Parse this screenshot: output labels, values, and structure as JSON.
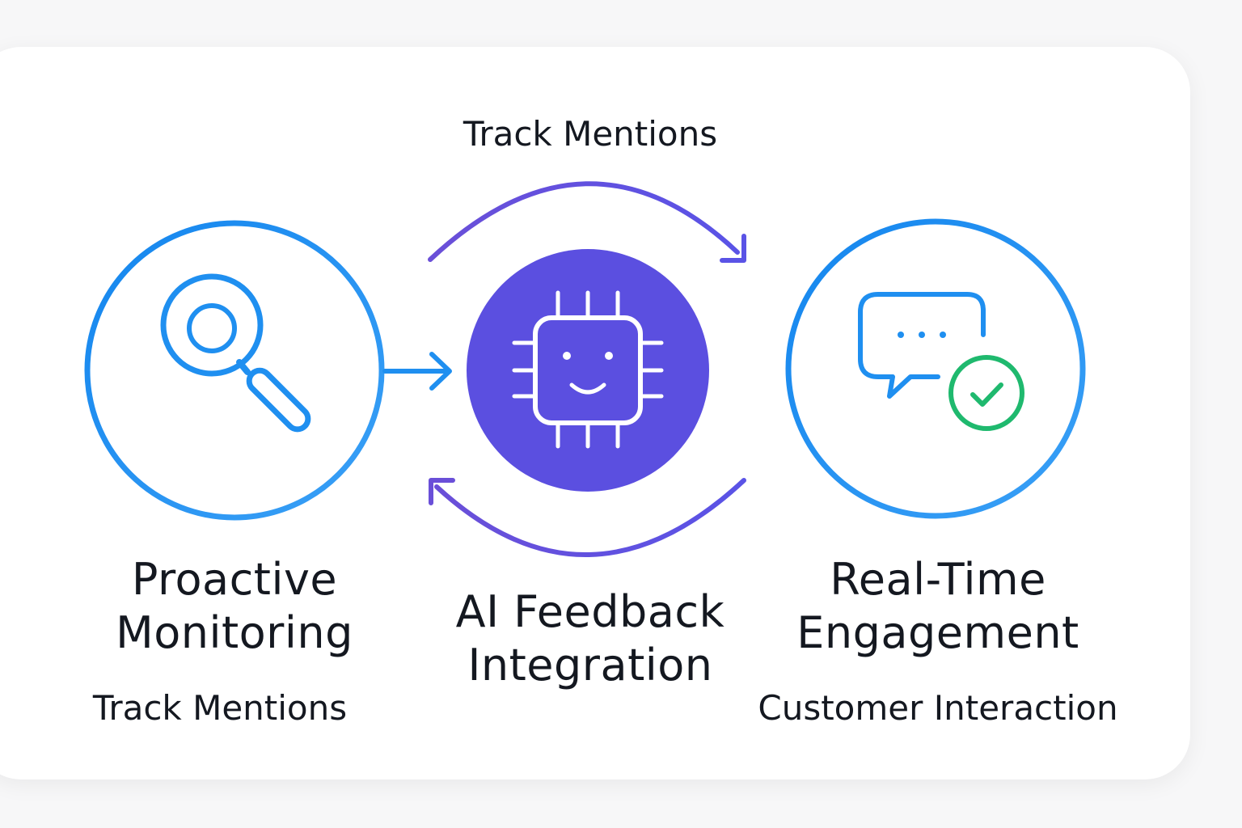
{
  "top_label": "Track Mentions",
  "nodes": [
    {
      "title_line1": "Proactive",
      "title_line2": "Monitoring",
      "subtitle": "Track Mentions",
      "icon": "magnifying-glass-icon"
    },
    {
      "title_line1": "AI Feedback",
      "title_line2": "Integration",
      "icon": "ai-chip-smiley-icon"
    },
    {
      "title_line1": "Real-Time",
      "title_line2": "Engagement",
      "subtitle": "Customer Interaction",
      "icon": "chat-bubble-check-icon"
    }
  ],
  "colors": {
    "blue": "#1f8ff0",
    "purple": "#5b4fe0",
    "arc_purple": "#6a4fd8",
    "green": "#1fb96e",
    "text": "#141820"
  }
}
